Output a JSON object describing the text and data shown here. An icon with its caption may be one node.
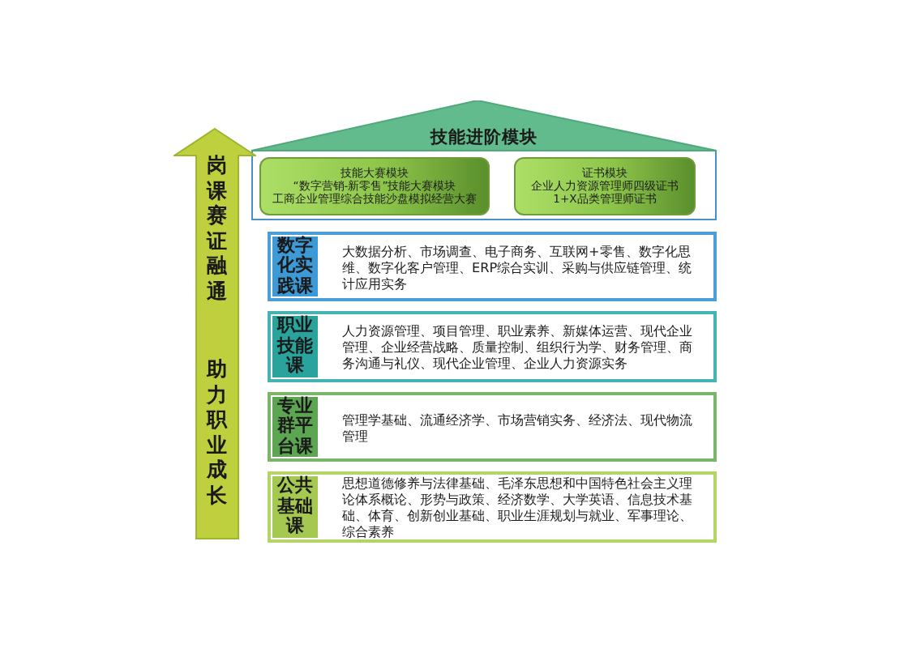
{
  "diagram": {
    "nodes": [
      {
        "text": [
          "技能进阶模块"
        ]
      },
      {
        "text": [
          "技能大赛模块",
          "“数字营销-新零售”技能大赛模块",
          "工商企业管理综合技能沙盘模拟经营大赛"
        ],
        "in": 0
      },
      {
        "text": [
          "证书模块",
          "企业人力资源管理师四级证书",
          "1+X品类管理师证书"
        ],
        "in": 0
      },
      {
        "text": [
          "数字化实践课",
          "大数据分析、市场调查、电子商务、互联网+零售、数字化思维、数字化客户管理、ERP综合实训、采购与供应链管理、统计应用实务"
        ]
      },
      {
        "text": [
          "职业技能课",
          "人力资源管理、项目管理、职业素养、新媒体运营、现代企业管理、企业经营战略、质量控制、组织行为学、财务管理、商务沟通与礼仪、现代企业管理、企业人力资源实务"
        ]
      },
      {
        "text": [
          "专业群平台课",
          "管理学基础、流通经济学、市场营销实务、经济法、现代物流管理"
        ]
      },
      {
        "text": [
          "公共基础课",
          "思想道德修养与法律基础、毛泽东思想和中国特色社会主义理论体系概论、形势与政策、经济数学、大学英语、信息技术基础、体育、创新创业基础、职业生涯规划与就业、军事理论、综合素养"
        ]
      },
      {
        "text": [
          "岗课赛证融通",
          "助力职业成长"
        ]
      }
    ]
  }
}
